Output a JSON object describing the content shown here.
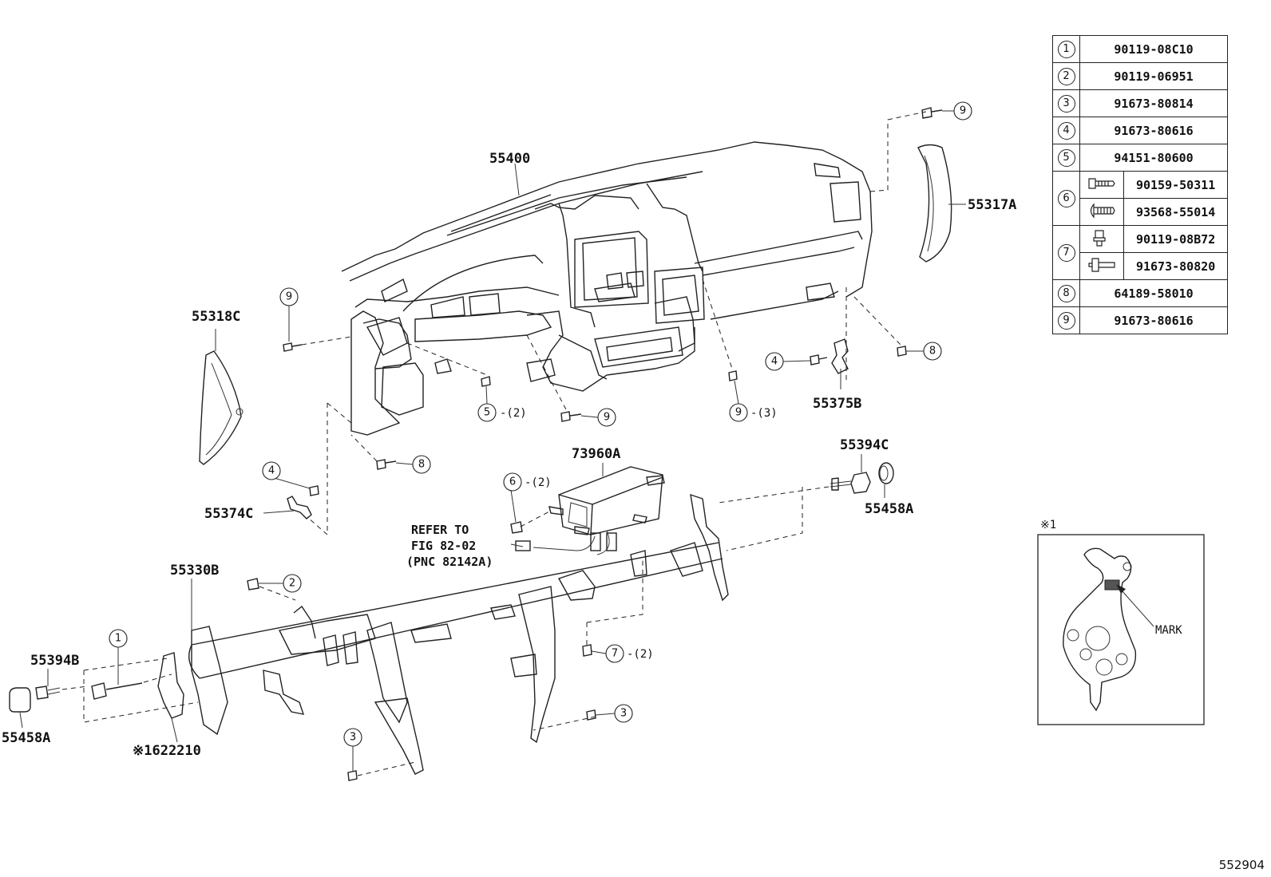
{
  "fastener_table": [
    {
      "ref": "1",
      "part": "90119-08C10"
    },
    {
      "ref": "2",
      "part": "90119-06951"
    },
    {
      "ref": "3",
      "part": "91673-80814"
    },
    {
      "ref": "4",
      "part": "91673-80616"
    },
    {
      "ref": "5",
      "part": "94151-80600"
    },
    {
      "ref": "6",
      "variants": [
        {
          "icon": "clip-icon",
          "part": "90159-50311"
        },
        {
          "icon": "screw-icon",
          "part": "93568-55014"
        }
      ]
    },
    {
      "ref": "7",
      "variants": [
        {
          "icon": "bolt-icon",
          "part": "90119-08B72"
        },
        {
          "icon": "stud-bolt-icon",
          "part": "91673-80820"
        }
      ]
    },
    {
      "ref": "8",
      "part": "64189-58010"
    },
    {
      "ref": "9",
      "part": "91673-80616"
    }
  ],
  "part_labels": {
    "instrument_panel": "55400",
    "side_cover_right": "55317A",
    "side_cover_left": "55318C",
    "bracket_right": "55375B",
    "air_bag": "73960A",
    "cap_right": "55394C",
    "plug_right": "55458A",
    "bracket_left": "55374C",
    "reinforcement": "55330B",
    "cap_left": "55394B",
    "plug_left": "55458A",
    "bracket_mark": "※1622210"
  },
  "callouts": {
    "c1": "1",
    "c2": "2",
    "c3a": "3",
    "c3b": "3",
    "c4a": "4",
    "c4b": "4",
    "c5": "5",
    "c5_qty": "-(2)",
    "c6": "6",
    "c6_qty": "-(2)",
    "c7": "7",
    "c7_qty": "-(2)",
    "c8a": "8",
    "c8b": "8",
    "c9a": "9",
    "c9b": "9",
    "c9c": "9",
    "c9d": "9",
    "c9d_qty": "-(3)"
  },
  "refer_note": [
    "REFER TO",
    "FIG 82-02",
    "(PNC 82142A)"
  ],
  "detail": {
    "marker": "※1",
    "mark_label": "MARK"
  },
  "figure_id": "552904"
}
